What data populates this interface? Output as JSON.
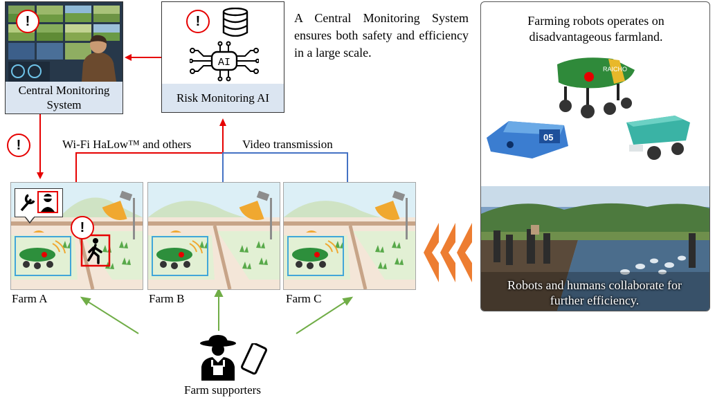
{
  "central_monitoring": {
    "caption": "Central Monitoring System"
  },
  "risk_ai": {
    "caption": "Risk Monitoring AI",
    "chip_label": "AI"
  },
  "alert_symbol": "!",
  "description": "A Central Monitoring System ensures both safety and efficiency in a large scale.",
  "links": {
    "wifi_label": "Wi-Fi HaLow™ and others",
    "video_label": "Video transmission"
  },
  "farms": [
    {
      "label": "Farm A"
    },
    {
      "label": "Farm B"
    },
    {
      "label": "Farm C"
    }
  ],
  "supporters": {
    "label": "Farm supporters"
  },
  "right_panel": {
    "top_caption": "Farming robots operates on disadvantageous farmland.",
    "bottom_caption": "Robots and humans collaborate for further efficiency.",
    "robot_number": "05",
    "robot_brand": "RAICHO"
  },
  "colors": {
    "alert_red": "#e60000",
    "wifi_line": "#e60000",
    "video_line": "#4472c4",
    "flow_arrow": "#70ad47",
    "chevron": "#ed7d31",
    "caption_bg": "#dbe5f1",
    "detect_box": "#41a6d9"
  }
}
